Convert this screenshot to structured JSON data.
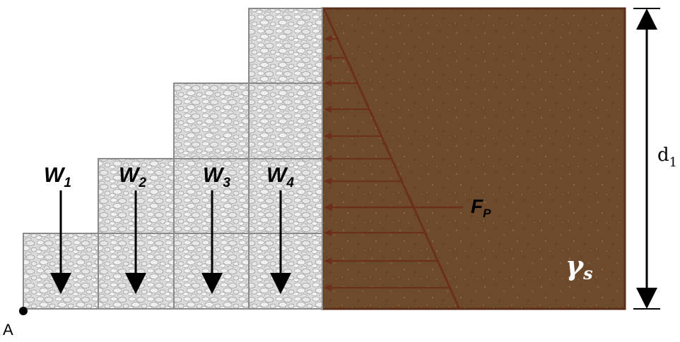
{
  "weights": [
    {
      "main": "W",
      "sub": "1"
    },
    {
      "main": "W",
      "sub": "2"
    },
    {
      "main": "W",
      "sub": "3"
    },
    {
      "main": "W",
      "sub": "4"
    }
  ],
  "force": {
    "main": "F",
    "sub": "P"
  },
  "soil_unit_weight": {
    "main": "γ",
    "sub": "s"
  },
  "height": {
    "main": "d",
    "sub": "1"
  },
  "point": "A",
  "colors": {
    "soil": "#6e4a2c",
    "soil_border": "#5a2d18",
    "pressure": "#6b2f1a",
    "gabion_fill": "#d9dadc",
    "gabion_border": "#8a8a8a",
    "arrow": "#000000"
  },
  "icons": {
    "weight_arrow": "down-arrow-icon",
    "pressure_arrow": "left-arrow-icon"
  }
}
